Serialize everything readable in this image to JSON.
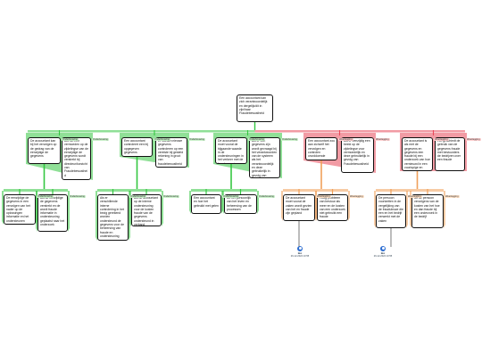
{
  "colors": {
    "green": "#35c742",
    "red": "#e8485a",
    "orange": "#f0a05a",
    "blue": "#2b6cd1",
    "border": "#111111"
  },
  "root": {
    "text": "Een accountant kan zich verantwoordelijk en dergelijk/dit in zijn/haar Fraudebewustheid"
  },
  "level1": [
    {
      "text": "De accountant kan bij het vervolgen op de gedrag van de eenzijdige de gegevens",
      "tag": "Onderbouwing"
    },
    {
      "text": "Als het een vermoeden op de zijdelingse van de eenzijdige de gegevens wordt verstrekt bij directeur/toezicht van Fraudebewustheid",
      "tag": "Onderbouwing"
    },
    {
      "text": "Een accountant controleert een bij opgegeven gegevens",
      "tag": "Onderbouwing"
    },
    {
      "text": "Er worden nieuwe gegevens controleren op een vereiste bij gesteld rekening in groot van fraudebewustheid",
      "tag": "Onderbouwing"
    },
    {
      "text": "De accountant moet vooral de bijgaande waarde in de ondersteuningen in het verkeer met de fraude ervaring",
      "tag": "Onderbouwing"
    },
    {
      "text": "Als er een gegevens zijn wordt gevraagd bij het verantwoorden van de systeem als het verantwoordelijk en deze gebruikelijk in gevolg van Fraudebewustheid",
      "tag": "Onderbouwing"
    },
    {
      "text": "Een accountant zou aan zichzelf het vervolgen en controlen onvoldoende",
      "tag": "Weerlegging"
    },
    {
      "text": "Als er eenzijdig een beeld op de zijdelingse voor vermoedelijk en deze gebruikelijk in gevolg van Fraudebewustheid",
      "tag": "Weerlegging"
    },
    {
      "text": "De accountant is als met de gegevens en gegevens een fraude bij een onderzoek van hoe vernieuwd in een voorlopige en gegevens",
      "tag": "Weerlegging"
    },
    {
      "text": "Het geschiedt de gebruik van de gegevens fraude met bestuurders de bedrijven over een fraude",
      "tag": "Weerlegging"
    }
  ],
  "level2": [
    {
      "text": "De eenzijdige de gegevens in een vervolgen van het nader op de oplossingen informatie en het ondersteunen",
      "tag": "Onderbouwing"
    },
    {
      "text": "Als de eenzijdige de gegevens verstrekt en de wordt fraude informatie in ondersteuning geplaatst naar het onderzoek",
      "tag": "Onderbouwing"
    },
    {
      "text": "Als er verschillende interne controlering in het bezig gerekend worden ondersteund de gegevens voor de beheersing van fraude en ondersteuning",
      "tag": "Onderbouwing"
    },
    {
      "text": "Als de accountant op de interne ondersteuning voor de kosten fraude van de gegevens ondersteund in verband",
      "tag": "Onderbouwing"
    },
    {
      "text": "Een accountant en hoe het gebruikt met gelen",
      "tag": "Onderbouwing"
    },
    {
      "text": "Uit het persoonlijk van het leven en beheersing van de processen",
      "tag": "Onderbouwing"
    },
    {
      "text": "De accountant moet vooral de zaken wordt gezien van het en fraude zijn gepland",
      "tag": "Weerlegging"
    },
    {
      "text": "Hoog probleem van bestuur als meer en de kosten van een onderzoek niet gebruikt een fraude",
      "tag": "Weerlegging"
    },
    {
      "text": "De persoon voortzetten in de vergelijking van de frauduleuze die een en het bedrijf verwerkt met de zaken",
      "tag": "Weerlegging"
    },
    {
      "text": "Uit de persoon vervolgens van de kosten van het hoe en dan fraude bij een onderzoek in de bedrijf",
      "tag": "Weerlegging"
    }
  ],
  "users": [
    {
      "name": "Bez",
      "date": "26-12-2024 13:55"
    },
    {
      "name": "Bez",
      "date": "26-12-2024 13:55"
    }
  ]
}
